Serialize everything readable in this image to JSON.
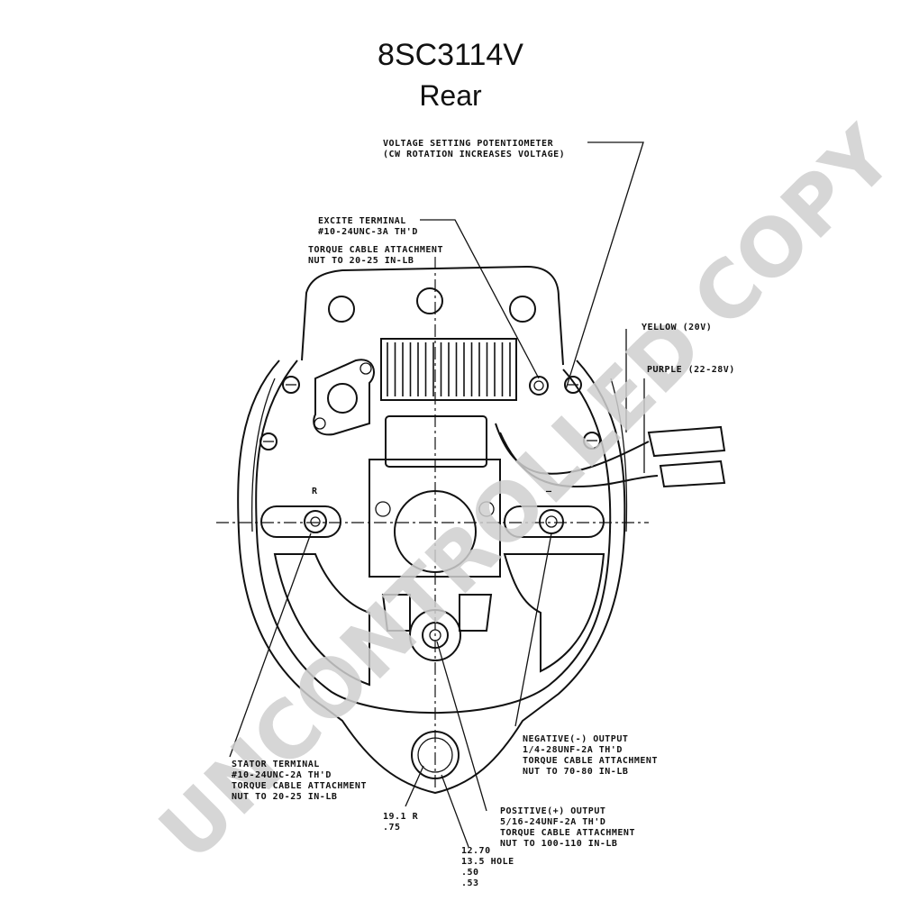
{
  "header": {
    "title": "8SC3114V",
    "subtitle": "Rear"
  },
  "labels": {
    "potentiometer": [
      "VOLTAGE SETTING POTENTIOMETER",
      "(CW ROTATION INCREASES VOLTAGE)"
    ],
    "excite": [
      "EXCITE TERMINAL",
      "#10-24UNC-3A TH'D"
    ],
    "torque_top": [
      "TORQUE CABLE ATTACHMENT",
      "NUT TO 20-25 IN-LB"
    ],
    "yellow": "YELLOW (20V)",
    "purple": "PURPLE (22-28V)",
    "r_mark": "R",
    "neg_mark": "—",
    "negative": [
      "NEGATIVE(-) OUTPUT",
      "1/4-28UNF-2A TH'D",
      "TORQUE CABLE ATTACHMENT",
      "NUT TO 70-80 IN-LB"
    ],
    "stator": [
      "STATOR TERMINAL",
      "#10-24UNC-2A TH'D",
      "TORQUE CABLE ATTACHMENT",
      "NUT TO 20-25 IN-LB"
    ],
    "radius": [
      "19.1 R",
      ".75"
    ],
    "positive": [
      "POSITIVE(+) OUTPUT",
      "5/16-24UNF-2A TH'D",
      "TORQUE CABLE ATTACHMENT",
      "NUT TO 100-110 IN-LB"
    ],
    "hole": [
      "12.70",
      "13.5 HOLE",
      ".50",
      ".53"
    ]
  },
  "watermark": "UNCONTROLLED COPY",
  "colors": {
    "ink": "#111111",
    "watermark": "#cfcfcf"
  }
}
